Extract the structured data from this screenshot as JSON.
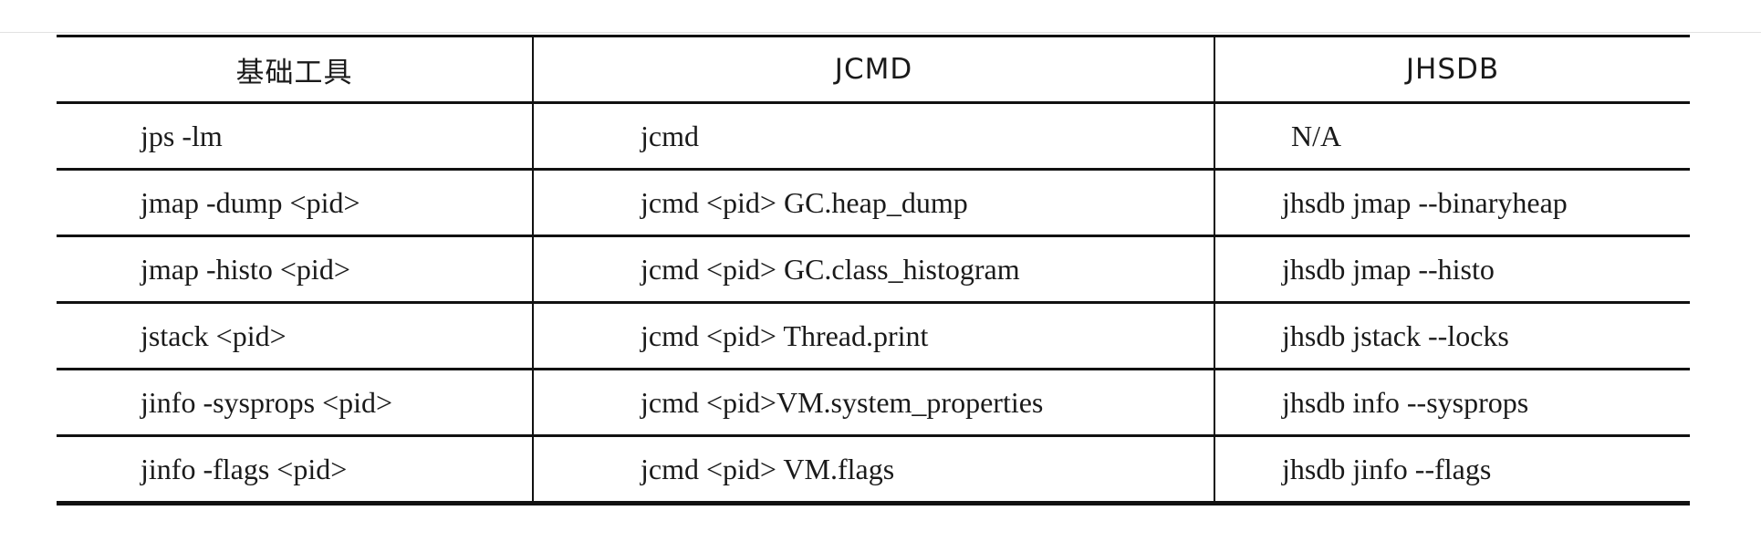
{
  "table": {
    "headers": [
      "基础工具",
      "JCMD",
      "JHSDB"
    ],
    "rows": [
      [
        "jps -lm",
        "jcmd",
        "N/A"
      ],
      [
        "jmap -dump <pid>",
        "jcmd <pid> GC.heap_dump",
        "jhsdb jmap --binaryheap"
      ],
      [
        "jmap -histo <pid>",
        "jcmd <pid> GC.class_histogram",
        "jhsdb jmap --histo"
      ],
      [
        "jstack <pid>",
        "jcmd <pid> Thread.print",
        "jhsdb jstack --locks"
      ],
      [
        "jinfo -sysprops <pid>",
        "jcmd <pid>VM.system_properties",
        "jhsdb info --sysprops"
      ],
      [
        "jinfo -flags <pid>",
        "jcmd <pid> VM.flags",
        "jhsdb jinfo --flags"
      ]
    ]
  }
}
